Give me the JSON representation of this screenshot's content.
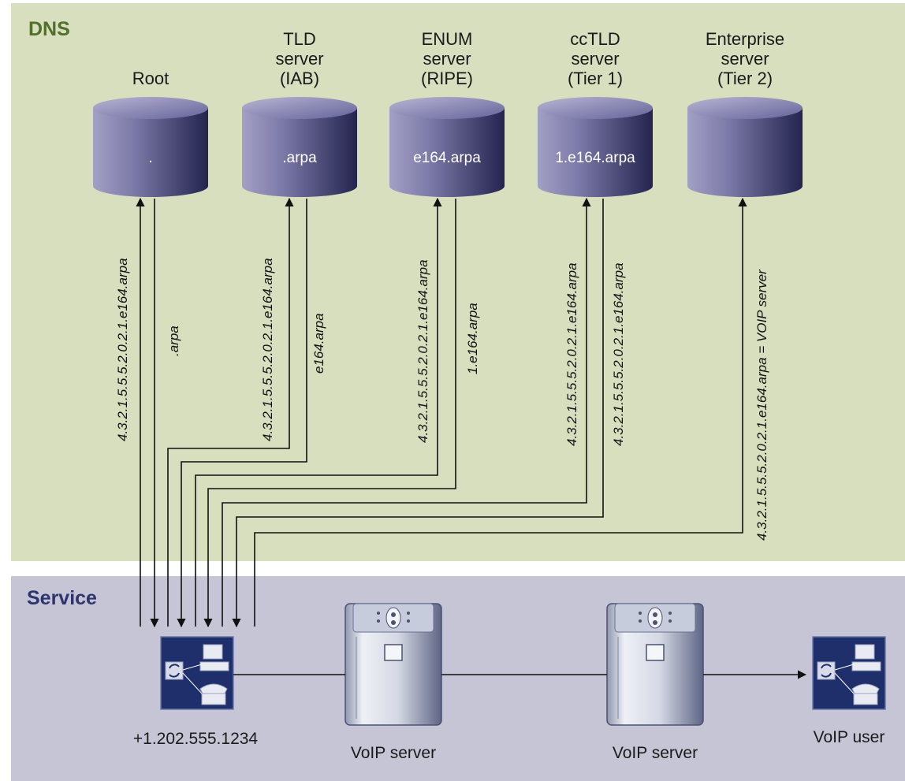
{
  "zones": {
    "dns": "DNS",
    "service": "Service"
  },
  "servers": [
    {
      "id": "root",
      "label_lines": [
        "Root"
      ],
      "db_label": "."
    },
    {
      "id": "tld",
      "label_lines": [
        "TLD",
        "server",
        "(IAB)"
      ],
      "db_label": ".arpa"
    },
    {
      "id": "enum",
      "label_lines": [
        "ENUM",
        "server",
        "(RIPE)"
      ],
      "db_label": "e164.arpa"
    },
    {
      "id": "cctld",
      "label_lines": [
        "ccTLD",
        "server",
        "(Tier 1)"
      ],
      "db_label": "1.e164.arpa"
    },
    {
      "id": "enterprise",
      "label_lines": [
        "Enterprise",
        "server",
        "(Tier 2)"
      ],
      "db_label": ""
    }
  ],
  "queries": [
    {
      "from": "caller",
      "to": "root",
      "direction": "request",
      "text": "4.3.2.1.5.5.5.2.0.2.1.e164.arpa"
    },
    {
      "from": "root",
      "to": "caller",
      "direction": "response",
      "text": ".arpa"
    },
    {
      "from": "caller",
      "to": "tld",
      "direction": "request",
      "text": "4.3.2.1.5.5.5.2.0.2.1.e164.arpa"
    },
    {
      "from": "tld",
      "to": "caller",
      "direction": "response",
      "text": "e164.arpa"
    },
    {
      "from": "caller",
      "to": "enum",
      "direction": "request",
      "text": "4.3.2.1.5.5.5.2.0.2.1.e164.arpa"
    },
    {
      "from": "enum",
      "to": "caller",
      "direction": "response",
      "text": "1.e164.arpa"
    },
    {
      "from": "caller",
      "to": "cctld",
      "direction": "request",
      "text": "4.3.2.1.5.5.5.2.0.2.1.e164.arpa"
    },
    {
      "from": "cctld",
      "to": "caller",
      "direction": "response",
      "text": "4.3.2.1.5.5.5.2.0.2.1.e164.arpa"
    },
    {
      "from": "caller",
      "to": "enterprise",
      "direction": "request",
      "text": "4.3.2.1.5.5.5.2.0.2.1.e164.arpa = VOIP server"
    }
  ],
  "service": {
    "caller_number": "+1.202.555.1234",
    "voip_server_1": "VoIP server",
    "voip_server_2": "VoIP server",
    "voip_user": "VoIP user"
  },
  "colors": {
    "dns_zone": "#d7dfbf",
    "service_zone": "#c6c5d6",
    "dns_title": "#4f6f2a",
    "service_title": "#2c356d",
    "terminal": "#1f2f6b",
    "server_tower": "#dfe3ee",
    "cylinder": "#4b4a86"
  },
  "icons": {
    "database": "database-cylinder-icon",
    "terminal": "workstation-phone-icon",
    "server": "server-tower-icon"
  }
}
